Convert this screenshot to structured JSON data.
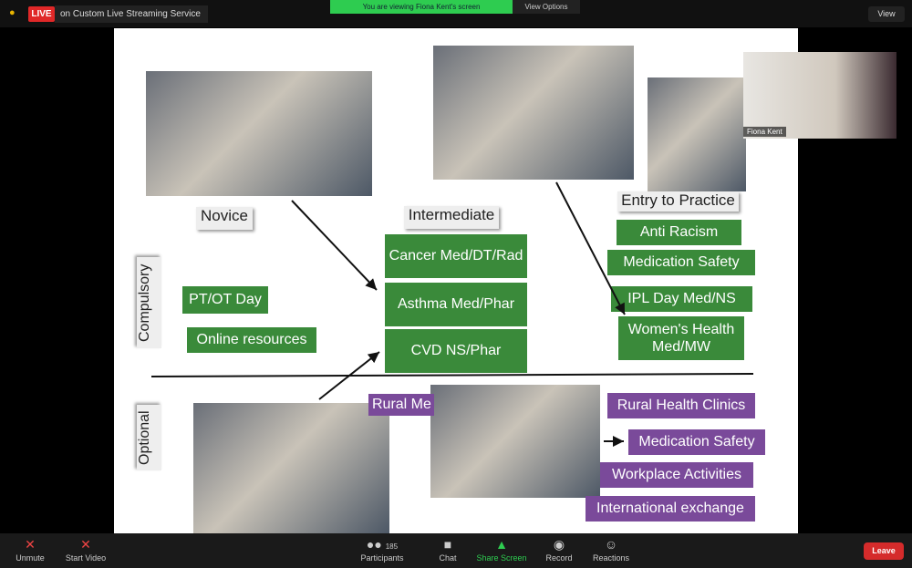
{
  "topbar": {
    "live_badge": "LIVE",
    "stream_label": "on Custom Live Streaming Service",
    "viewing_banner": "You are viewing Fiona Kent's screen",
    "view_options": "View Options",
    "view_button": "View"
  },
  "slide": {
    "levels": [
      "Novice",
      "Intermediate",
      "Entry to Practice"
    ],
    "rows": [
      "Compulsory",
      "Optional"
    ],
    "novice_compulsory": [
      "PT/OT Day",
      "Online resources"
    ],
    "intermediate_compulsory": [
      "Cancer Med/DT/Rad",
      "Asthma Med/Phar",
      "CVD NS/Phar"
    ],
    "entry_compulsory": [
      "Anti Racism",
      "Medication Safety",
      "IPL Day Med/NS",
      "Women's Health Med/MW"
    ],
    "optional_partial": "Rural Me",
    "entry_optional": [
      "Rural Health Clinics",
      "Medication Safety",
      "Workplace Activities",
      "International exchange"
    ]
  },
  "video": {
    "participant_name": "Fiona Kent"
  },
  "toolbar": {
    "unmute": "Unmute",
    "start_video": "Start Video",
    "participants": "Participants",
    "participants_count": "185",
    "chat": "Chat",
    "share_screen": "Share Screen",
    "record": "Record",
    "reactions": "Reactions",
    "leave": "Leave"
  },
  "colors": {
    "green": "#3a8a3a",
    "purple": "#7a4a9a",
    "share": "#2ecc50",
    "leave": "#d52b2b"
  }
}
